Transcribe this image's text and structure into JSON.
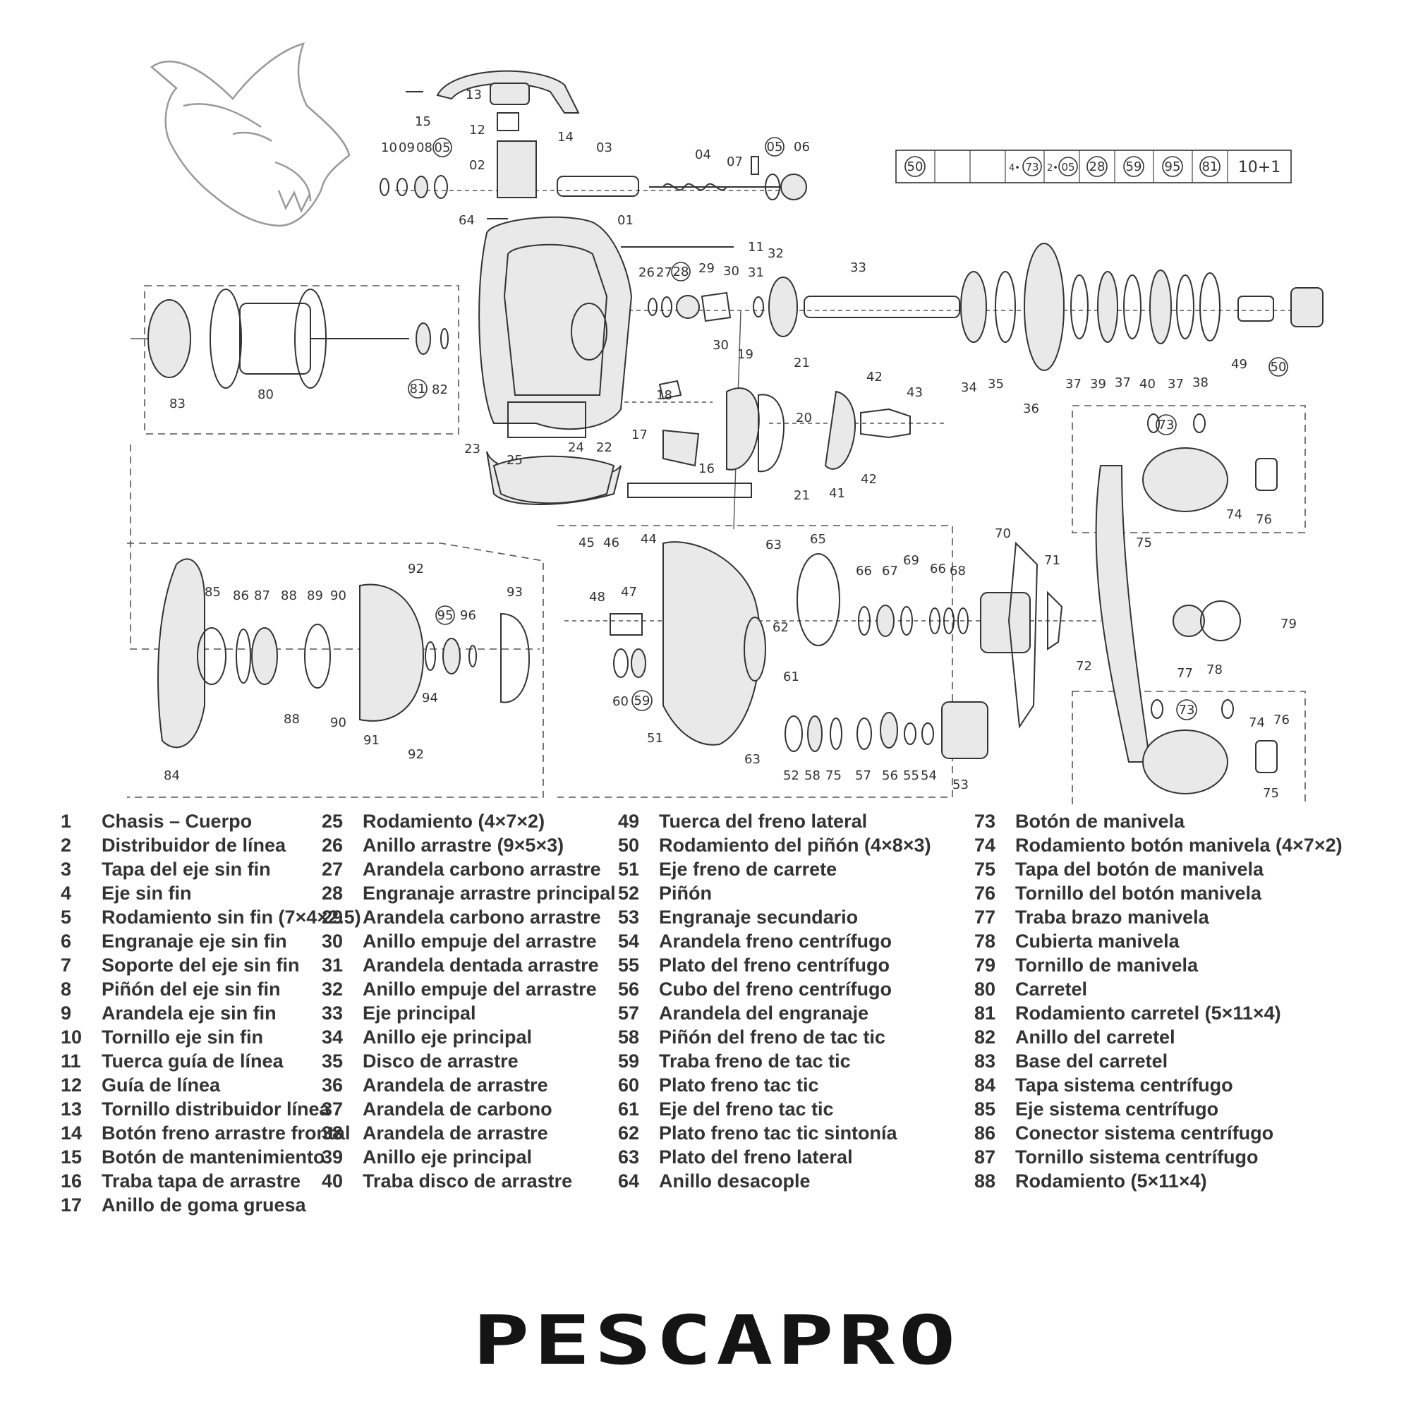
{
  "diagram": {
    "kit_table": [
      "50",
      "",
      "",
      "4•",
      "73",
      "2•",
      "05",
      "28",
      "59",
      "95",
      "81",
      "10+1"
    ],
    "callouts": [
      {
        "label": "15"
      },
      {
        "label": "13"
      },
      {
        "label": "12"
      },
      {
        "label": "14"
      },
      {
        "label": "02"
      },
      {
        "label": "10"
      },
      {
        "label": "09"
      },
      {
        "label": "08"
      },
      {
        "label": "05"
      },
      {
        "label": "03"
      },
      {
        "label": "04"
      },
      {
        "label": "07"
      },
      {
        "label": "05"
      },
      {
        "label": "06"
      },
      {
        "label": "64"
      },
      {
        "label": "01"
      },
      {
        "label": "11"
      },
      {
        "label": "26"
      },
      {
        "label": "27"
      },
      {
        "label": "28"
      },
      {
        "label": "29"
      },
      {
        "label": "30"
      },
      {
        "label": "31"
      },
      {
        "label": "32"
      },
      {
        "label": "33"
      },
      {
        "label": "30"
      },
      {
        "label": "83"
      },
      {
        "label": "80"
      },
      {
        "label": "81"
      },
      {
        "label": "82"
      },
      {
        "label": "34"
      },
      {
        "label": "35"
      },
      {
        "label": "36"
      },
      {
        "label": "37"
      },
      {
        "label": "39"
      },
      {
        "label": "37"
      },
      {
        "label": "40"
      },
      {
        "label": "37"
      },
      {
        "label": "38"
      },
      {
        "label": "49"
      },
      {
        "label": "50"
      },
      {
        "label": "19"
      },
      {
        "label": "21"
      },
      {
        "label": "42"
      },
      {
        "label": "43"
      },
      {
        "label": "18"
      },
      {
        "label": "20"
      },
      {
        "label": "17"
      },
      {
        "label": "16"
      },
      {
        "label": "21"
      },
      {
        "label": "41"
      },
      {
        "label": "42"
      },
      {
        "label": "23"
      },
      {
        "label": "25"
      },
      {
        "label": "24"
      },
      {
        "label": "22"
      },
      {
        "label": "73"
      },
      {
        "label": "74"
      },
      {
        "label": "76"
      },
      {
        "label": "75"
      },
      {
        "label": "92"
      },
      {
        "label": "85"
      },
      {
        "label": "86"
      },
      {
        "label": "87"
      },
      {
        "label": "88"
      },
      {
        "label": "89"
      },
      {
        "label": "90"
      },
      {
        "label": "95"
      },
      {
        "label": "96"
      },
      {
        "label": "93"
      },
      {
        "label": "94"
      },
      {
        "label": "88"
      },
      {
        "label": "90"
      },
      {
        "label": "91"
      },
      {
        "label": "92"
      },
      {
        "label": "84"
      },
      {
        "label": "45"
      },
      {
        "label": "46"
      },
      {
        "label": "44"
      },
      {
        "label": "63"
      },
      {
        "label": "65"
      },
      {
        "label": "48"
      },
      {
        "label": "47"
      },
      {
        "label": "62"
      },
      {
        "label": "61"
      },
      {
        "label": "60"
      },
      {
        "label": "59"
      },
      {
        "label": "51"
      },
      {
        "label": "63"
      },
      {
        "label": "66"
      },
      {
        "label": "67"
      },
      {
        "label": "69"
      },
      {
        "label": "66"
      },
      {
        "label": "68"
      },
      {
        "label": "70"
      },
      {
        "label": "71"
      },
      {
        "label": "52"
      },
      {
        "label": "58"
      },
      {
        "label": "75"
      },
      {
        "label": "57"
      },
      {
        "label": "56"
      },
      {
        "label": "55"
      },
      {
        "label": "54"
      },
      {
        "label": "53"
      },
      {
        "label": "72"
      },
      {
        "label": "77"
      },
      {
        "label": "78"
      },
      {
        "label": "79"
      },
      {
        "label": "73"
      },
      {
        "label": "74"
      },
      {
        "label": "76"
      },
      {
        "label": "75"
      }
    ]
  },
  "legend": [
    {
      "num": "1",
      "text": "Chasis – Cuerpo"
    },
    {
      "num": "2",
      "text": "Distribuidor de línea"
    },
    {
      "num": "3",
      "text": "Tapa del eje sin fin"
    },
    {
      "num": "4",
      "text": "Eje sin fin"
    },
    {
      "num": "5",
      "text": "Rodamiento sin fin (7×4×2.5)"
    },
    {
      "num": "6",
      "text": "Engranaje eje sin fin"
    },
    {
      "num": "7",
      "text": "Soporte del eje sin fin"
    },
    {
      "num": "8",
      "text": "Piñón del eje sin fin"
    },
    {
      "num": "9",
      "text": "Arandela eje sin fin"
    },
    {
      "num": "10",
      "text": "Tornillo eje sin fin"
    },
    {
      "num": "11",
      "text": "Tuerca guía de línea"
    },
    {
      "num": "12",
      "text": "Guía de línea"
    },
    {
      "num": "13",
      "text": "Tornillo distribuidor línea"
    },
    {
      "num": "14",
      "text": "Botón freno arrastre frontal"
    },
    {
      "num": "15",
      "text": "Botón de mantenimiento"
    },
    {
      "num": "16",
      "text": "Traba tapa de arrastre"
    },
    {
      "num": "17",
      "text": "Anillo de goma gruesa"
    },
    {
      "num": "25",
      "text": "Rodamiento (4×7×2)"
    },
    {
      "num": "26",
      "text": "Anillo arrastre (9×5×3)"
    },
    {
      "num": "27",
      "text": "Arandela carbono arrastre"
    },
    {
      "num": "28",
      "text": "Engranaje arrastre principal"
    },
    {
      "num": "29",
      "text": "Arandela carbono arrastre"
    },
    {
      "num": "30",
      "text": "Anillo empuje del arrastre"
    },
    {
      "num": "31",
      "text": "Arandela dentada arrastre"
    },
    {
      "num": "32",
      "text": "Anillo empuje del arrastre"
    },
    {
      "num": "33",
      "text": "Eje principal"
    },
    {
      "num": "34",
      "text": "Anillo eje principal"
    },
    {
      "num": "35",
      "text": "Disco de arrastre"
    },
    {
      "num": "36",
      "text": "Arandela de arrastre"
    },
    {
      "num": "37",
      "text": "Arandela de carbono"
    },
    {
      "num": "38",
      "text": "Arandela de arrastre"
    },
    {
      "num": "39",
      "text": "Anillo eje principal"
    },
    {
      "num": "40",
      "text": "Traba disco de arrastre"
    },
    {
      "num": "49",
      "text": "Tuerca del freno lateral"
    },
    {
      "num": "50",
      "text": "Rodamiento del piñón (4×8×3)"
    },
    {
      "num": "51",
      "text": "Eje freno de carrete"
    },
    {
      "num": "52",
      "text": "Piñón"
    },
    {
      "num": "53",
      "text": "Engranaje secundario"
    },
    {
      "num": "54",
      "text": "Arandela freno centrífugo"
    },
    {
      "num": "55",
      "text": "Plato del freno centrífugo"
    },
    {
      "num": "56",
      "text": "Cubo del freno centrífugo"
    },
    {
      "num": "57",
      "text": "Arandela del engranaje"
    },
    {
      "num": "58",
      "text": "Piñón del freno de tac tic"
    },
    {
      "num": "59",
      "text": "Traba freno de tac tic"
    },
    {
      "num": "60",
      "text": "Plato freno tac tic"
    },
    {
      "num": "61",
      "text": "Eje del freno tac tic"
    },
    {
      "num": "62",
      "text": "Plato freno tac tic sintonía"
    },
    {
      "num": "63",
      "text": "Plato del freno lateral"
    },
    {
      "num": "64",
      "text": "Anillo desacople"
    },
    {
      "num": "73",
      "text": "Botón de manivela"
    },
    {
      "num": "74",
      "text": "Rodamiento botón manivela (4×7×2)"
    },
    {
      "num": "75",
      "text": "Tapa del botón de manivela"
    },
    {
      "num": "76",
      "text": "Tornillo del botón manivela"
    },
    {
      "num": "77",
      "text": "Traba brazo manivela"
    },
    {
      "num": "78",
      "text": "Cubierta manivela"
    },
    {
      "num": "79",
      "text": "Tornillo de manivela"
    },
    {
      "num": "80",
      "text": "Carretel"
    },
    {
      "num": "81",
      "text": "Rodamiento carretel (5×11×4)"
    },
    {
      "num": "82",
      "text": "Anillo del carretel"
    },
    {
      "num": "83",
      "text": "Base del carretel"
    },
    {
      "num": "84",
      "text": "Tapa sistema centrífugo"
    },
    {
      "num": "85",
      "text": "Eje sistema centrífugo"
    },
    {
      "num": "86",
      "text": "Conector sistema centrífugo"
    },
    {
      "num": "87",
      "text": "Tornillo sistema centrífugo"
    },
    {
      "num": "88",
      "text": "Rodamiento (5×11×4)"
    }
  ],
  "brand": {
    "logo_text": "PESCAPRO"
  }
}
